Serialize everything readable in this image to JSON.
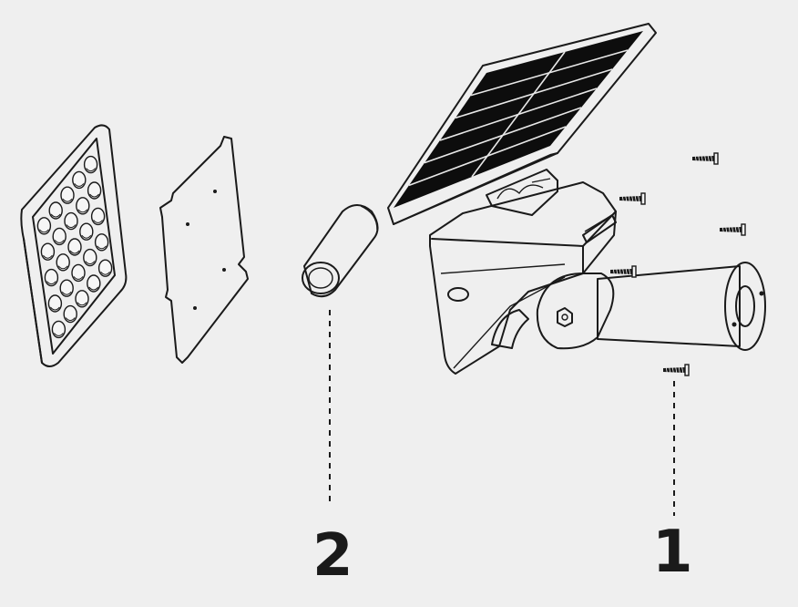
{
  "callouts": [
    {
      "label": "2"
    },
    {
      "label": "1"
    }
  ],
  "colors": {
    "background": "#efefef",
    "line": "#1a1a1a",
    "panel": "#0d0d0d"
  },
  "parts": [
    "lens-cover",
    "reflector-plate",
    "battery",
    "solar-light-body",
    "solar-panel",
    "mounting-bracket",
    "screws"
  ]
}
